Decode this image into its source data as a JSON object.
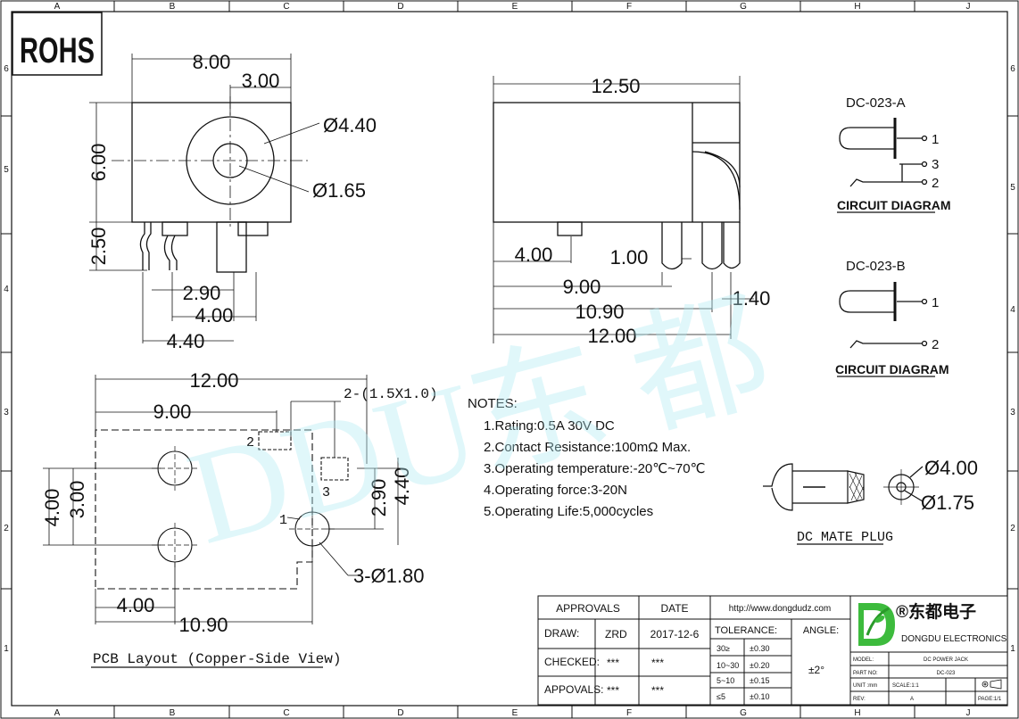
{
  "border": {
    "columns": [
      "A",
      "B",
      "C",
      "D",
      "E",
      "F",
      "G",
      "H",
      "J"
    ],
    "rows": [
      "6",
      "5",
      "4",
      "3",
      "2",
      "1"
    ]
  },
  "rohs": "ROHS",
  "watermark": "DDU东 都",
  "front_view": {
    "width": "8.00",
    "offset": "3.00",
    "height": "6.00",
    "outer_dia": "Ø4.40",
    "inner_dia": "Ø1.65",
    "pin_len": "2.50",
    "pitch_a": "2.90",
    "pitch_b": "4.00",
    "pitch_c": "4.40"
  },
  "side_view": {
    "length": "12.50",
    "d1": "4.00",
    "d2": "1.00",
    "d3": "9.00",
    "d4": "10.90",
    "d5": "12.00",
    "d6": "1.40"
  },
  "circuit_a": {
    "title": "DC-023-A",
    "pin1": "1",
    "pin3": "3",
    "pin2": "2",
    "caption": "CIRCUIT DIAGRAM"
  },
  "circuit_b": {
    "title": "DC-023-B",
    "pin1": "1",
    "pin2": "2",
    "caption": "CIRCUIT DIAGRAM"
  },
  "pcb": {
    "width": "12.00",
    "d9": "9.00",
    "slot": "2-(1.5X1.0)",
    "h4": "4.00",
    "h3": "3.00",
    "h290": "2.90",
    "h440": "4.40",
    "pin1": "1",
    "pin2": "2",
    "pin3": "3",
    "holes": "3-Ø1.80",
    "b4": "4.00",
    "b1090": "10.90",
    "caption": "PCB Layout (Copper-Side View)"
  },
  "notes": {
    "title": "NOTES:",
    "items": [
      "1.Rating:0.5A 30V DC",
      "2.Contact Resistance:100mΩ Max.",
      "3.Operating temperature:-20℃~70℃",
      "4.Operating force:3-20N",
      "5.Operating Life:5,000cycles"
    ]
  },
  "plug": {
    "outer": "Ø4.00",
    "inner": "Ø1.75",
    "caption": "DC MATE PLUG"
  },
  "title_block": {
    "approvals": "APPROVALS",
    "date": "DATE",
    "draw_label": "DRAW:",
    "draw_name": "ZRD",
    "draw_date": "2017-12-6",
    "checked_label": "CHECKED:",
    "checked_name": "***",
    "checked_date": "***",
    "appovals_label": "APPOVALS:",
    "appovals_name": "***",
    "appovals_date": "***",
    "url": "http://www.dongdudz.com",
    "tolerance": "TOLERANCE:",
    "angle": "ANGLE:",
    "angle_val": "±2°",
    "tol_rows": [
      [
        "30≥",
        "±0.30"
      ],
      [
        "10~30",
        "±0.20"
      ],
      [
        "5~10",
        "±0.15"
      ],
      [
        "≤5",
        "±0.10"
      ]
    ],
    "brand_cn": "®东都电子",
    "brand_en": "DONGDU ELECTRONICS",
    "model_label": "MODEL:",
    "model_val": "DC POWER JACK",
    "part_label": "PART NO:",
    "part_val": "DC-023",
    "unit_label": "UNIT :mm",
    "scale": "SCALE:1:1",
    "rev_label": "REV:",
    "rev_val": "A",
    "page": "PAGE:1/1"
  }
}
